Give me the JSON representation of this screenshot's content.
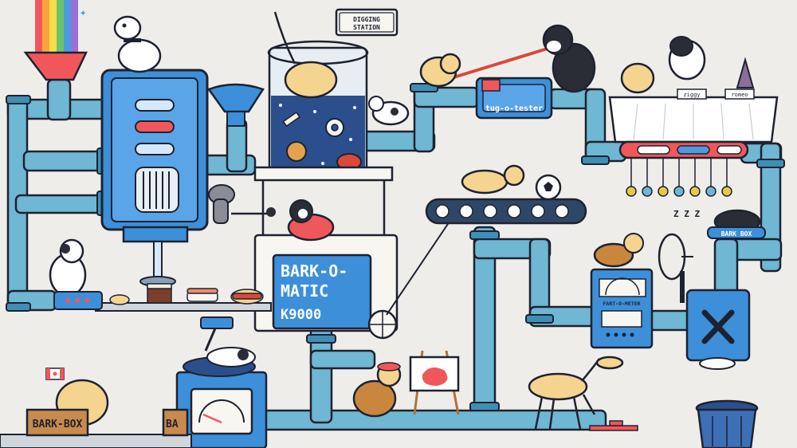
{
  "signs": {
    "digging_station_line1": "DIGGING",
    "digging_station_line2": "STATION",
    "tug_o_tester": "tug-o-tester",
    "fart_o_meter": "FART-O-METER",
    "machine_line1": "BARK-O-",
    "machine_line2": "MATIC",
    "machine_line3": "K9000",
    "box_left": "BARK",
    "box_left2": "BOX",
    "box_right_partial": "BA",
    "snooze": "Z Z Z",
    "plate_left": "ziggy",
    "plate_right": "romeo",
    "dog_bed": "BARK BOX"
  },
  "colors": {
    "pipe": "#6fb7d3",
    "pipe_dark": "#3f8fb5",
    "machine_blue": "#3d8fd9",
    "machine_dark": "#1f5fa8",
    "accent_red": "#f0575a",
    "outline": "#1d2230",
    "belt": "#2e4766",
    "dog_cream": "#f5d490",
    "background": "#efedea"
  },
  "icons": [
    "rainbow-stream",
    "funnel",
    "bone-icon",
    "pretzel-icon",
    "soccer-ball-icon",
    "tennis-ball-icon",
    "microphone-icon",
    "easel-painting-icon",
    "fan-icon",
    "trash-can-icon",
    "x-button-icon",
    "canada-flag-icon",
    "cake-icon",
    "hot-dog-icon",
    "sushi-icon"
  ]
}
